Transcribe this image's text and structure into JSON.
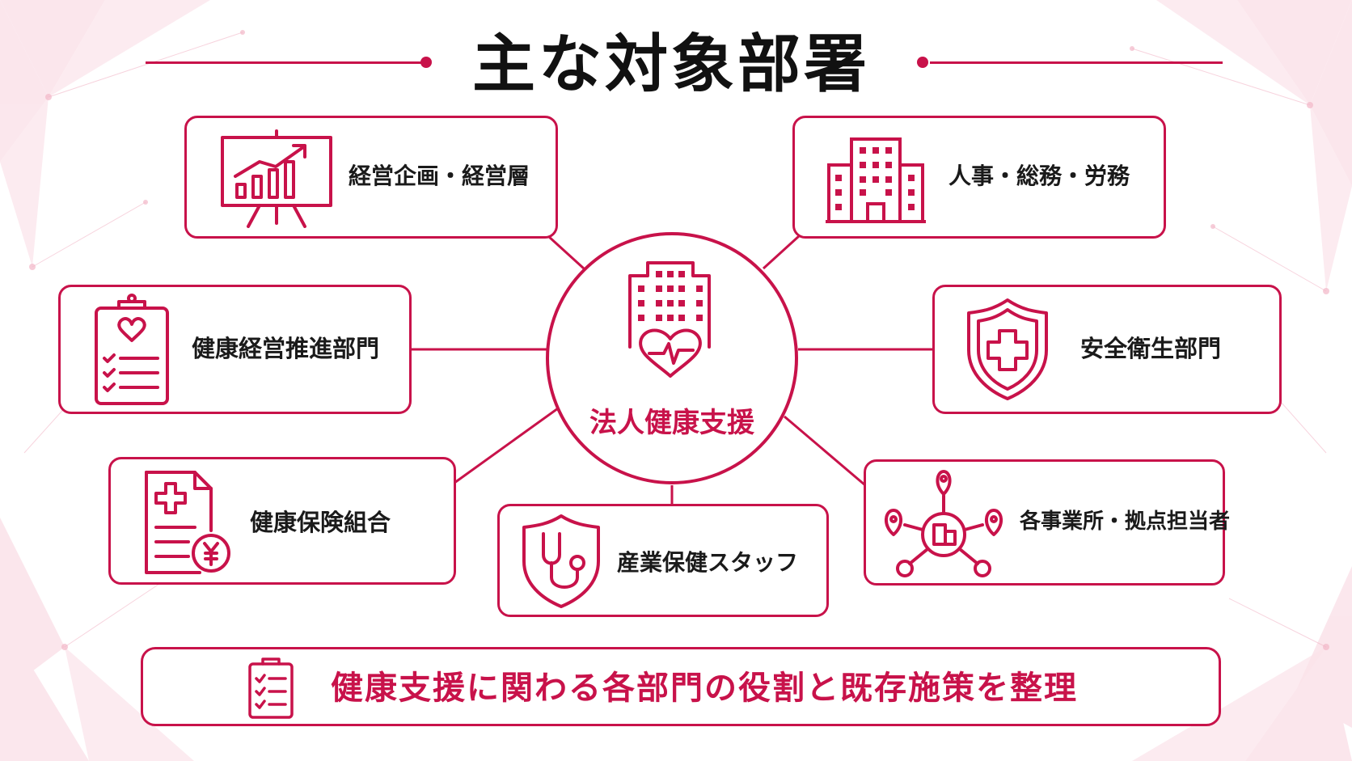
{
  "title": "主な対象部署",
  "hub": {
    "label": "法人健康支援"
  },
  "departments": [
    {
      "label": "経営企画・経営層",
      "icon": "presentation-chart-icon"
    },
    {
      "label": "人事・総務・労務",
      "icon": "office-building-icon"
    },
    {
      "label": "健康経営推進部門",
      "icon": "clipboard-heart-checklist-icon"
    },
    {
      "label": "安全衛生部門",
      "icon": "shield-cross-icon"
    },
    {
      "label": "健康保険組合",
      "icon": "medical-document-yen-icon"
    },
    {
      "label": "産業保健スタッフ",
      "icon": "shield-stethoscope-icon"
    },
    {
      "label": "各事業所・拠点担当者",
      "icon": "location-network-icon"
    }
  ],
  "banner": {
    "text": "健康支援に関わる各部門の役割と既存施策を整理",
    "icon": "clipboard-checklist-icon"
  },
  "colors": {
    "accent": "#c8124a",
    "text": "#1a1a1a",
    "background_tint": "#f6c9d6"
  }
}
